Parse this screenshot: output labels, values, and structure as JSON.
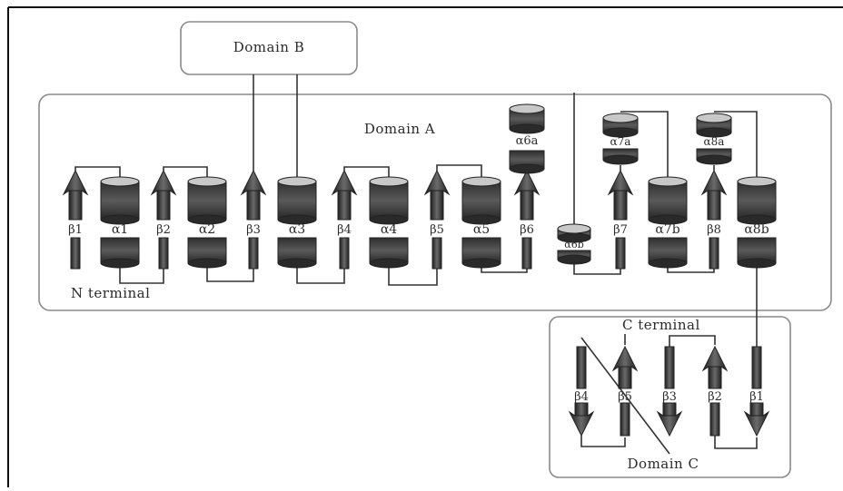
{
  "domains": {
    "b": "Domain B",
    "a": "Domain A",
    "c": "Domain C"
  },
  "termini": {
    "n": "N terminal",
    "c": "C terminal"
  },
  "strands_a": [
    "β1",
    "β2",
    "β3",
    "β4",
    "β5",
    "β6",
    "β7",
    "β8"
  ],
  "helices_a": [
    "α1",
    "α2",
    "α3",
    "α4",
    "α5",
    "α6a",
    "α6b",
    "α7a",
    "α7b",
    "α8a",
    "α8b"
  ],
  "strands_c": [
    "β4",
    "β5",
    "β3",
    "β2",
    "β1"
  ]
}
